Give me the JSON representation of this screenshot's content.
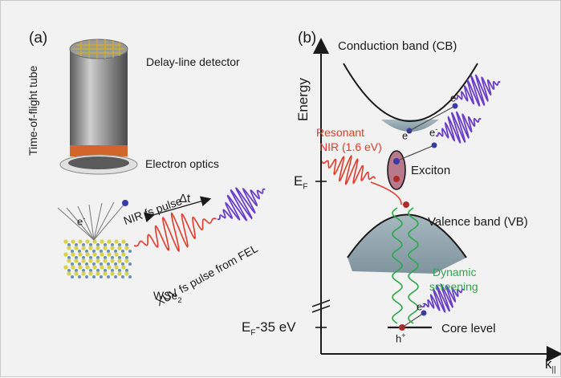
{
  "panel_a": {
    "label": "(a)",
    "tof_tube": "Time-of-flight tube",
    "detector": "Delay-line detector",
    "electron_optics": "Electron optics",
    "nir_pulse": "NIR fs pulse",
    "delay": "Δt",
    "xuv_pulse": "XUV fs pulse from FEL",
    "electron": "e",
    "electron_sup": "-",
    "sample": "WSe",
    "sample_sub": "2"
  },
  "panel_b": {
    "label": "(b)",
    "y_axis": "Energy",
    "x_axis": "k",
    "x_axis_sub": "||",
    "conduction_band": "Conduction band (CB)",
    "valence_band": "Valence band (VB)",
    "resonant_line1": "Resonant",
    "resonant_line2": "NIR (1.6 eV)",
    "exciton": "Exciton",
    "dynamic_line1": "Dynamic",
    "dynamic_line2": "screening",
    "core_level": "Core level",
    "ef": "E",
    "ef_sub": "F",
    "ef35": "E",
    "ef35_sub": "F",
    "ef35_suffix": "-35 eV",
    "electron": "e",
    "electron_sup": "-",
    "hole": "h",
    "hole_sup": "+"
  },
  "colors": {
    "nir": "#e23a2a",
    "xuv": "#6a3ec8",
    "screening": "#2aa84a",
    "band_fill": "#8ea3ad",
    "electron_dot": "#3a3aa8",
    "hole_dot": "#b02a2a"
  }
}
